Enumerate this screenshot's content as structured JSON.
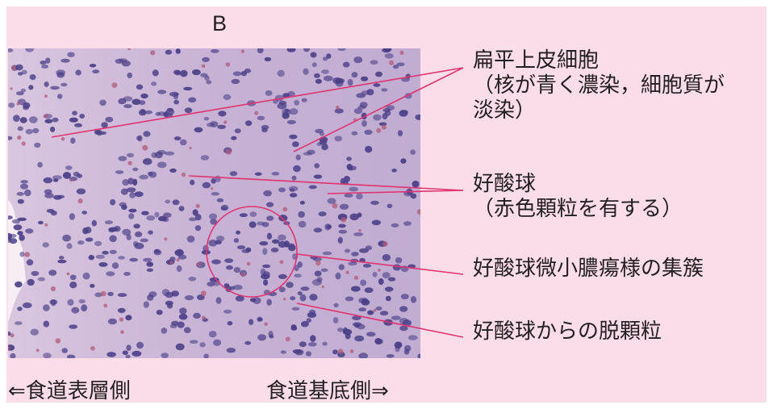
{
  "figure": {
    "panel_letter": "B",
    "colors": {
      "background": "#fbdde9",
      "tissue": "#c8b4d6",
      "nucleus": "#4b3f88",
      "eosinophil": "#b05a78",
      "leader": "#e0336f",
      "text": "#231f20"
    },
    "annotations": [
      {
        "id": "squamous",
        "lines": [
          "扁平上皮細胞",
          "（核が青く濃染，細胞質が",
          "淡染）"
        ]
      },
      {
        "id": "eosinophil",
        "lines": [
          "好酸球",
          "（赤色顆粒を有する）"
        ]
      },
      {
        "id": "microabscess",
        "lines": [
          "好酸球微小膿瘍様の集簇"
        ]
      },
      {
        "id": "degranulation",
        "lines": [
          "好酸球からの脱顆粒"
        ]
      }
    ],
    "axis": {
      "left": "⇐食道表層側",
      "right": "食道基底側⇒"
    }
  }
}
